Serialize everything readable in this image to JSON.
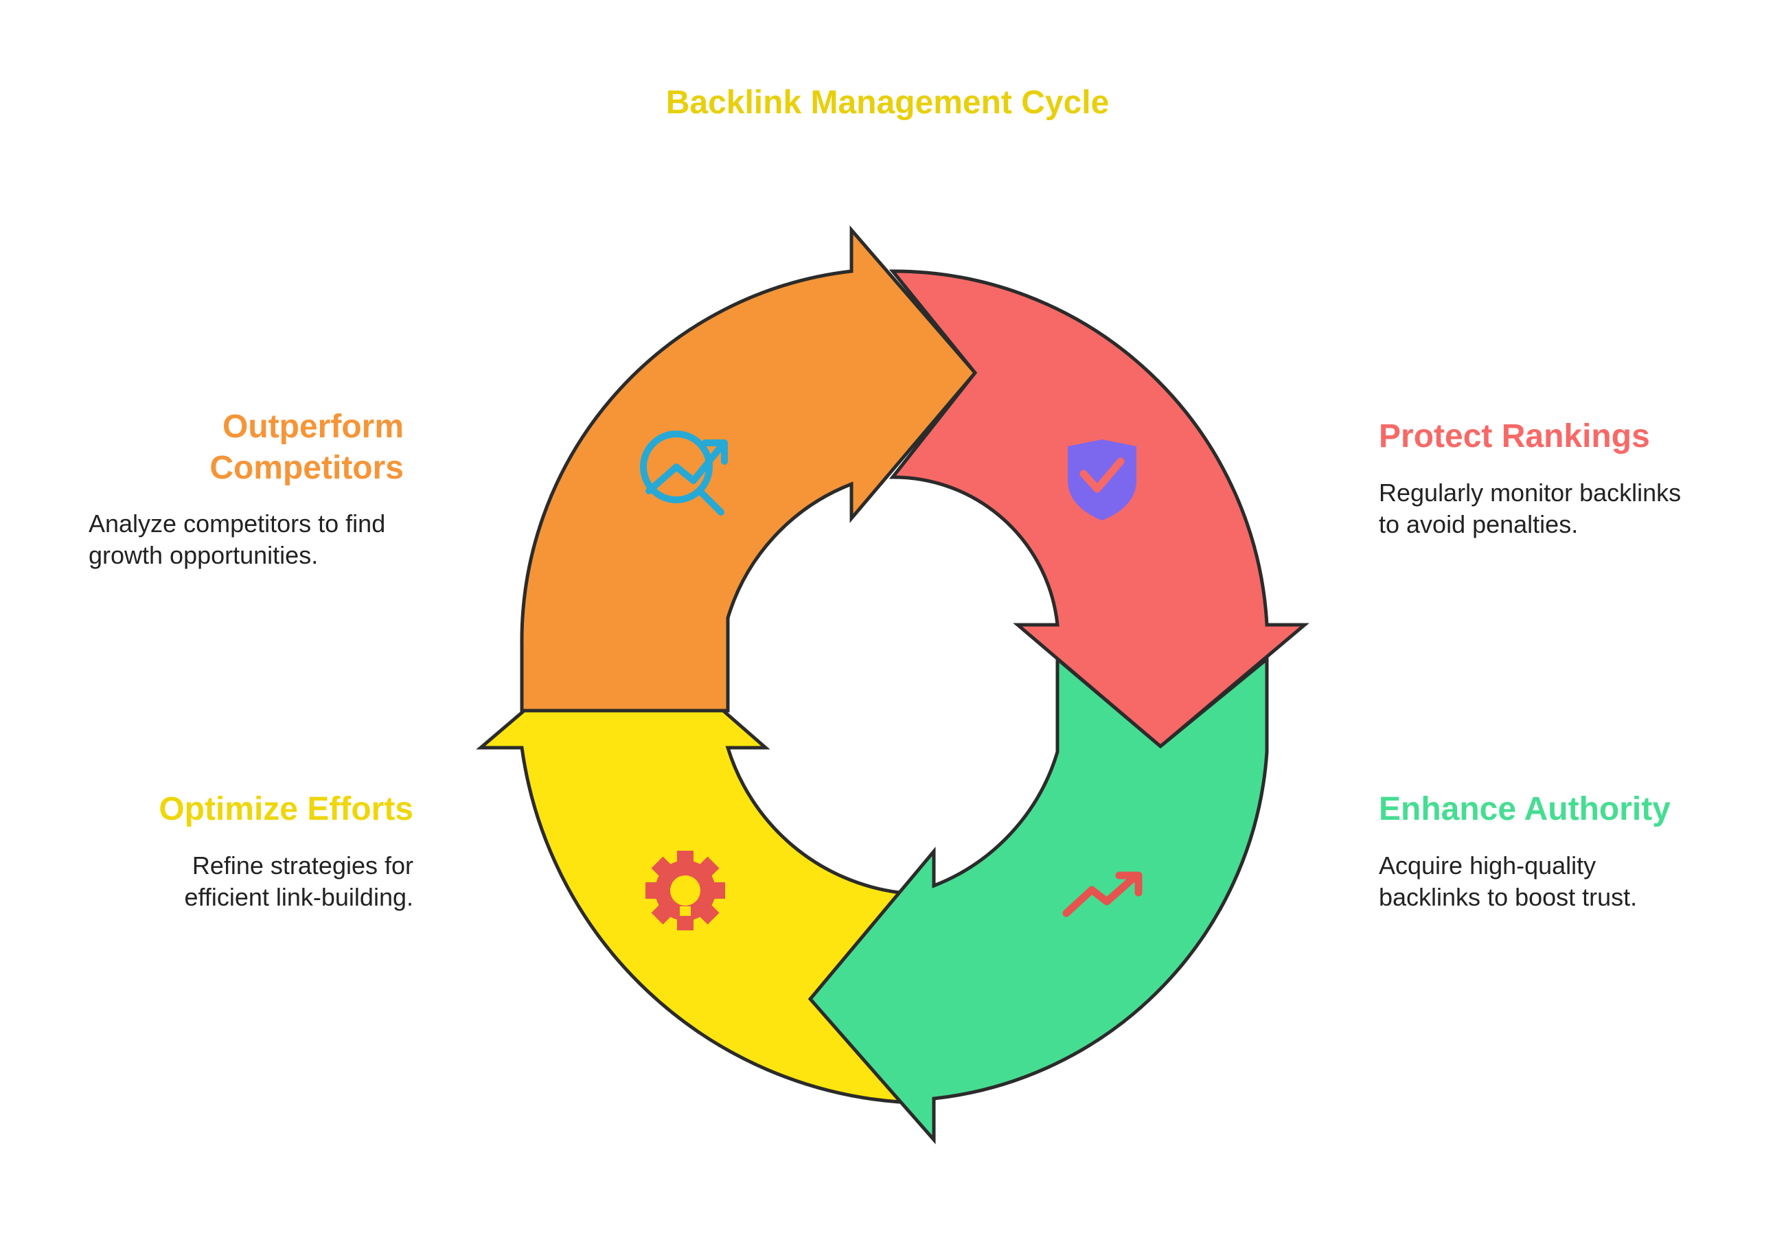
{
  "title": "Backlink Management Cycle",
  "colors": {
    "title": "#E8CF0C",
    "orange": "#F59538",
    "red": "#F76966",
    "green": "#45DD92",
    "yellow": "#FEE50F",
    "outline": "#2B2B2B",
    "icon_blue": "#27A9D6",
    "icon_purple": "#7C68EE",
    "icon_red": "#E7534E"
  },
  "steps": [
    {
      "key": "outperform",
      "heading": "Outperform Competitors",
      "heading_lines": [
        "Outperform",
        "Competitors"
      ],
      "description_lines": [
        "Analyze competitors to find",
        "growth opportunities."
      ],
      "color": "#F59538",
      "icon": "search-growth-icon"
    },
    {
      "key": "protect",
      "heading": "Protect Rankings",
      "description_lines": [
        "Regularly monitor backlinks",
        "to avoid penalties."
      ],
      "color": "#F76966",
      "icon": "shield-check-icon"
    },
    {
      "key": "enhance",
      "heading": "Enhance Authority",
      "description_lines": [
        "Acquire high-quality",
        "backlinks to boost trust."
      ],
      "color": "#45DD92",
      "icon": "trend-up-icon"
    },
    {
      "key": "optimize",
      "heading": "Optimize Efforts",
      "description_lines": [
        "Refine strategies for",
        "efficient link-building."
      ],
      "color": "#FEE50F",
      "icon": "gear-bulb-icon"
    }
  ]
}
